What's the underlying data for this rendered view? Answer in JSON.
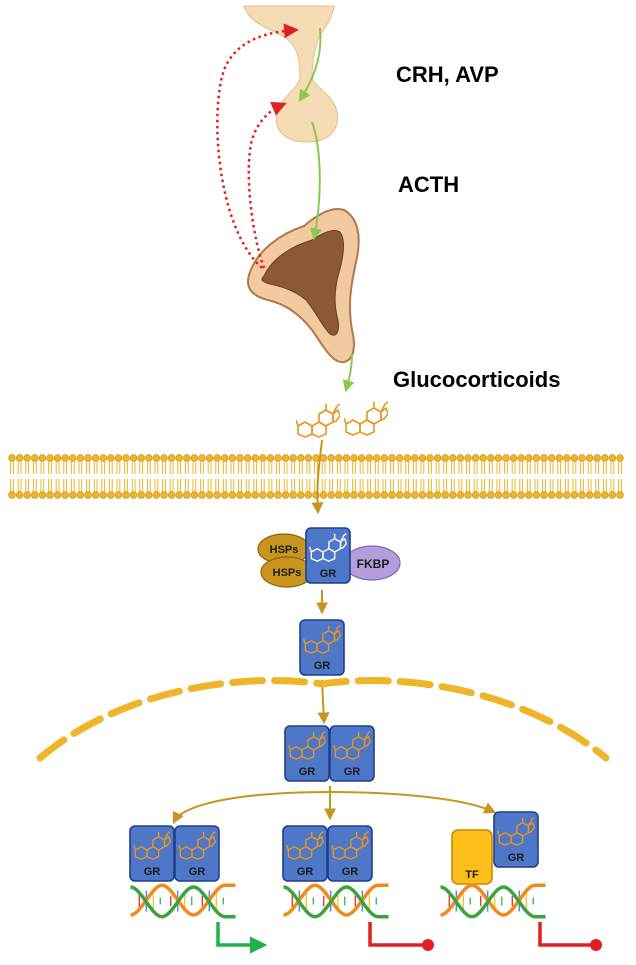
{
  "labels": {
    "hormones_top": "CRH, AVP",
    "hormone_pituitary": "ACTH",
    "hormone_adrenal": "Glucocorticoids"
  },
  "cytoplasm_complex": {
    "chaperone_1": "HSPs",
    "chaperone_2": "HSPs",
    "receptor": "GR",
    "immunophilin": "FKBP"
  },
  "receptor_label": "GR",
  "transcription_factor_label": "TF",
  "colors": {
    "membrane": "#f0b428",
    "receptor_fill": "#4f77c8",
    "receptor_stroke": "#1e3f8f",
    "steroid": "#e8961e",
    "flow_arrow": "#c8961e",
    "hpa_positive": "#8cc850",
    "negative_feedback": "#e02020",
    "activation": "#22b04a",
    "repression": "#e02020",
    "hsp_fill": "#c8961e",
    "fkbp_fill": "#b39ddb",
    "tf_fill": "#ffbe19",
    "brain_tissue": "#f5dcb4",
    "adrenal_cortex": "#f3c9a0",
    "adrenal_medulla": "#8c5a32"
  }
}
